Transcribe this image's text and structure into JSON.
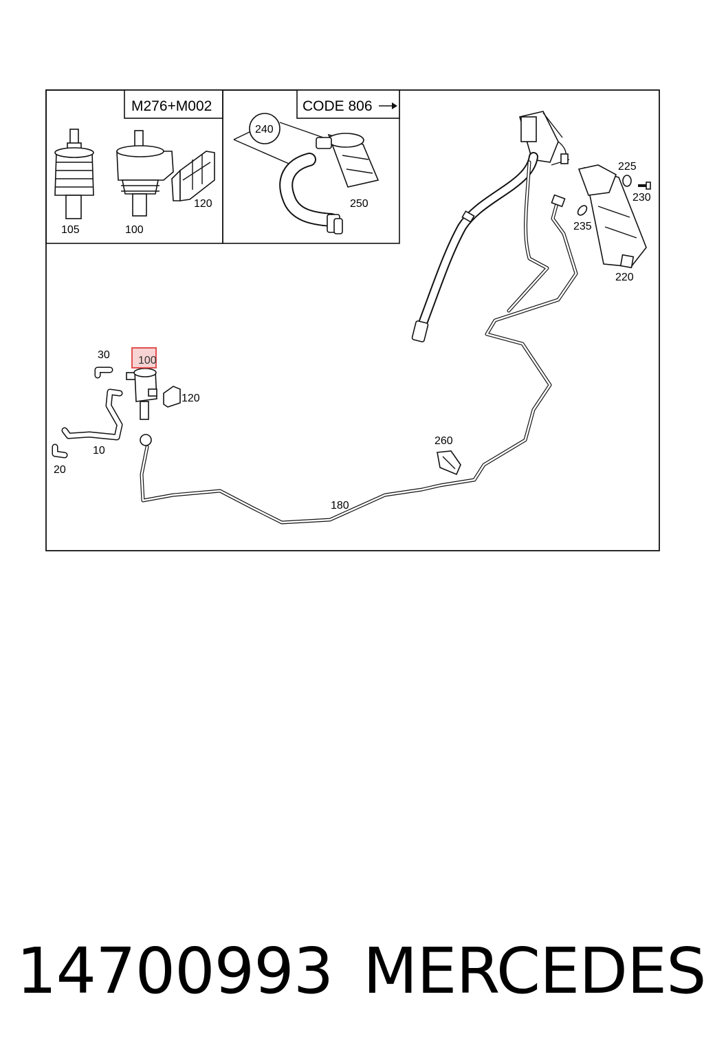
{
  "diagram": {
    "panels": {
      "engine_variant": "M276+M002",
      "code": "CODE 806"
    },
    "callouts": {
      "c105": "105",
      "c100_inset": "100",
      "c120_inset": "120",
      "c240": "240",
      "c250": "250",
      "c225": "225",
      "c230": "230",
      "c235": "235",
      "c220": "220",
      "c30": "30",
      "c100_main": "100",
      "c120_main": "120",
      "c10": "10",
      "c20": "20",
      "c260": "260",
      "c180": "180"
    },
    "highlight": {
      "callout": "100",
      "color": "#e05050"
    }
  },
  "footer": {
    "part_number": "14700993",
    "brand": "MERCEDES"
  }
}
